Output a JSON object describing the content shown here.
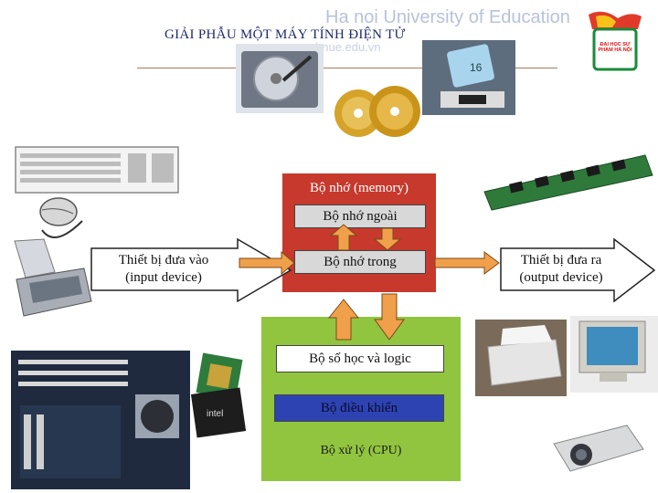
{
  "header": {
    "title": "GIẢI PHẪU MỘT MÁY TÍNH ĐIỆN TỬ",
    "watermark": "Ha noi University of Education",
    "watermark_url": "hnue.edu.vn"
  },
  "logo": {
    "text": "ĐẠI HỌC SƯ PHẠM HÀ NỘI"
  },
  "diagram": {
    "memory_label": "Bộ nhớ (memory)",
    "external_memory": "Bộ nhớ ngoài",
    "internal_memory": "Bộ nhớ trong",
    "input_device": {
      "line1": "Thiết bị đưa vào",
      "line2": "(input device)"
    },
    "output_device": {
      "line1": "Thiết bị đưa ra",
      "line2": "(output device)"
    },
    "alu": "Bộ số học và logic",
    "control_unit": "Bộ điều khiển",
    "cpu_label": "Bộ xử lý (CPU)"
  },
  "pictures": {
    "hard_disk": "hard-disk-photo",
    "cds": "cd-disc-photo",
    "memory_card": "memory-card-photo",
    "keyboard": "keyboard-photo",
    "mouse": "mouse-photo",
    "scanner": "scanner-photo",
    "ram": "ram-module-photo",
    "motherboard": "motherboard-photo",
    "processor": "processor-chip-photo",
    "printer": "printer-photo",
    "monitor": "monitor-photo",
    "projector": "projector-photo"
  },
  "colors": {
    "memory_box": "#c6392c",
    "cpu_box": "#92c53f",
    "control_unit": "#2e43b2",
    "arrow_fill": "#f0a04a",
    "title": "#1f2a6e"
  }
}
